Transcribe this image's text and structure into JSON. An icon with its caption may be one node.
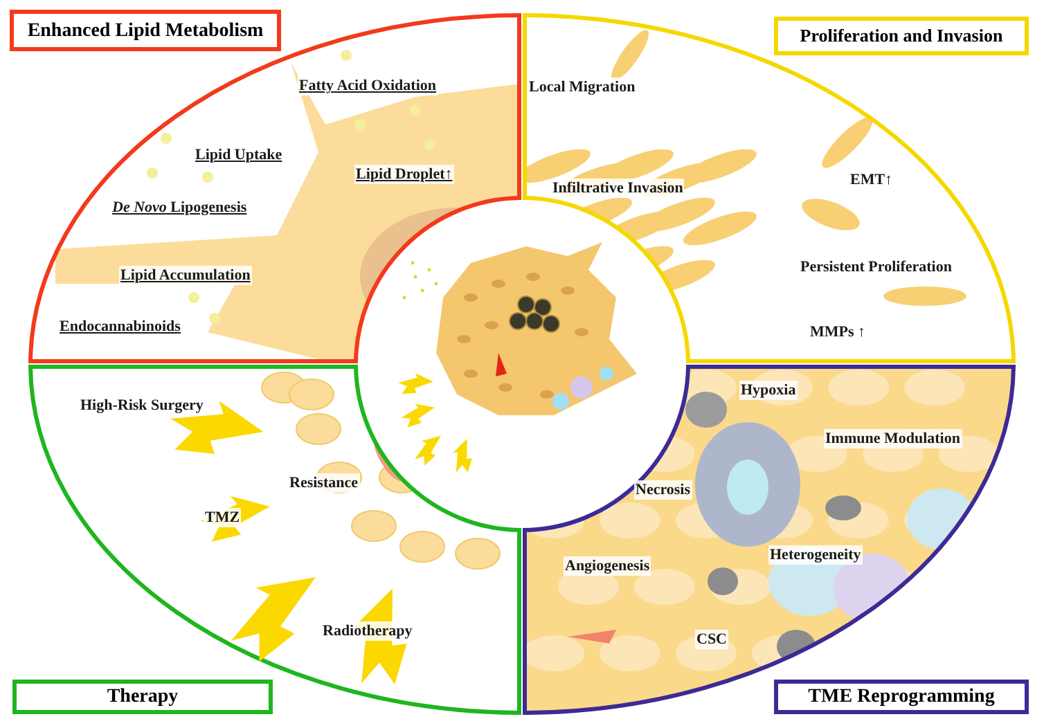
{
  "diagram": {
    "nodes": [
      {
        "text": [
          "Enhanced Lipid Metabolism"
        ]
      },
      {
        "text": [
          "Proliferation and Invasion"
        ]
      },
      {
        "text": [
          "Therapy"
        ]
      },
      {
        "text": [
          "TME Reprogramming"
        ]
      }
    ],
    "labels": [
      "Fatty Acid Oxidation",
      "Lipid Uptake",
      "Lipid Droplet↑",
      "*De Novo* Lipogenesis",
      "Lipid Accumulation",
      "Endocannabinoids",
      "Local Migration",
      "Infiltrative Invasion",
      "EMT↑",
      "Persistent Proliferation",
      "MMPs ↑",
      "High-Risk Surgery",
      "Resistance",
      "TMZ",
      "Radiotherapy",
      "Hypoxia",
      "Immune Modulation",
      "Necrosis",
      "Heterogeneity",
      "Angiogenesis",
      "CSC"
    ]
  }
}
